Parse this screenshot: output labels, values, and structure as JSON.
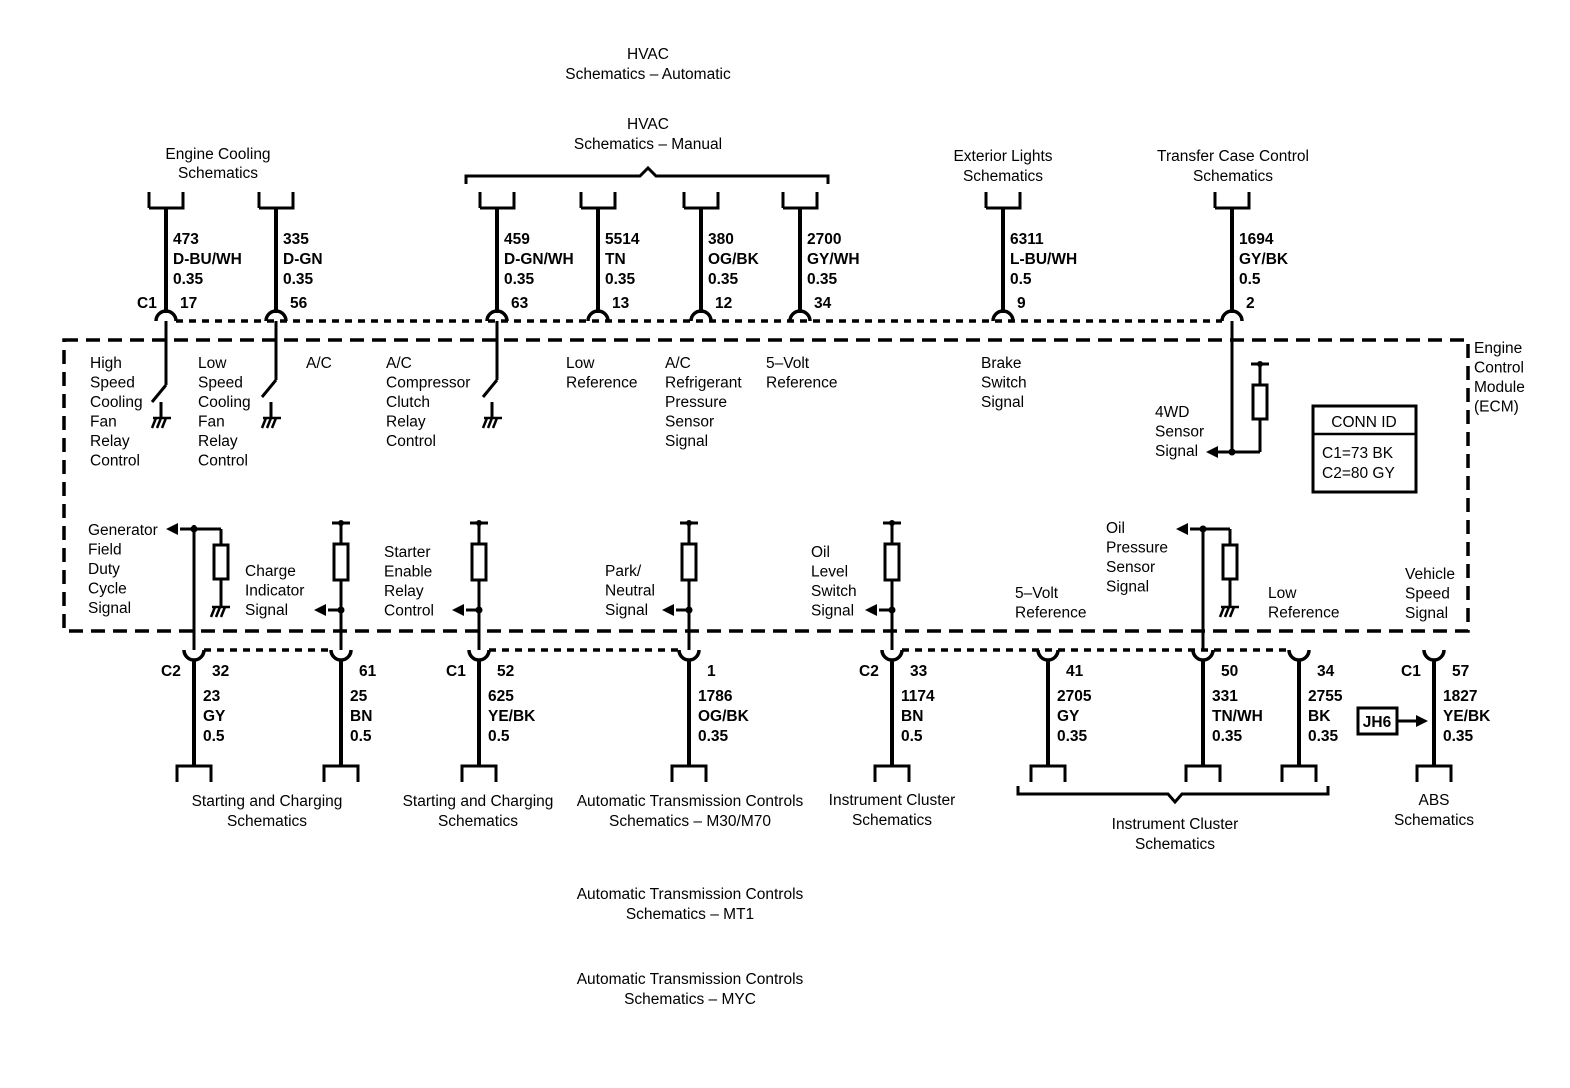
{
  "colors": {
    "line": "#000000",
    "background": "#ffffff"
  },
  "module": {
    "name": [
      "Engine",
      "Control",
      "Module",
      "(ECM)"
    ]
  },
  "conn_id": {
    "title": "CONN ID",
    "c1": "C1=73 BK",
    "c2": "C2=80 GY"
  },
  "top_links": {
    "hvac_auto": [
      "HVAC",
      "Schematics – Automatic"
    ],
    "hvac_manual": [
      "HVAC",
      "Schematics – Manual"
    ],
    "engine_cooling": [
      "Engine Cooling",
      "Schematics"
    ],
    "exterior_lights": [
      "Exterior Lights",
      "Schematics"
    ],
    "transfer_case": [
      "Transfer Case Control",
      "Schematics"
    ]
  },
  "top_circuits": [
    {
      "circuit": "473",
      "color": "D-BU/WH",
      "gauge": "0.35",
      "pin": "17",
      "conn": "C1"
    },
    {
      "circuit": "335",
      "color": "D-GN",
      "gauge": "0.35",
      "pin": "56",
      "conn": ""
    },
    {
      "circuit": "459",
      "color": "D-GN/WH",
      "gauge": "0.35",
      "pin": "63",
      "conn": ""
    },
    {
      "circuit": "5514",
      "color": "TN",
      "gauge": "0.35",
      "pin": "13",
      "conn": ""
    },
    {
      "circuit": "380",
      "color": "OG/BK",
      "gauge": "0.35",
      "pin": "12",
      "conn": ""
    },
    {
      "circuit": "2700",
      "color": "GY/WH",
      "gauge": "0.35",
      "pin": "34",
      "conn": ""
    },
    {
      "circuit": "6311",
      "color": "L-BU/WH",
      "gauge": "0.5",
      "pin": "9",
      "conn": ""
    },
    {
      "circuit": "1694",
      "color": "GY/BK",
      "gauge": "0.5",
      "pin": "2",
      "conn": ""
    }
  ],
  "top_functions": [
    [
      "High",
      "Speed",
      "Cooling",
      "Fan",
      "Relay",
      "Control"
    ],
    [
      "Low",
      "Speed",
      "Cooling",
      "Fan",
      "Relay",
      "Control"
    ],
    [
      "A/C"
    ],
    [
      "A/C",
      "Compressor",
      "Clutch",
      "Relay",
      "Control"
    ],
    [
      "Low",
      "Reference"
    ],
    [
      "A/C",
      "Refrigerant",
      "Pressure",
      "Sensor",
      "Signal"
    ],
    [
      "5–Volt",
      "Reference"
    ],
    [
      "Brake",
      "Switch",
      "Signal"
    ],
    [
      "4WD",
      "Sensor",
      "Signal"
    ]
  ],
  "bottom_functions": [
    [
      "Generator",
      "Field",
      "Duty",
      "Cycle",
      "Signal"
    ],
    [
      "Charge",
      "Indicator",
      "Signal"
    ],
    [
      "Starter",
      "Enable",
      "Relay",
      "Control"
    ],
    [
      "Park/",
      "Neutral",
      "Signal"
    ],
    [
      "Oil",
      "Level",
      "Switch",
      "Signal"
    ],
    [
      "5–Volt",
      "Reference"
    ],
    [
      "Oil",
      "Pressure",
      "Sensor",
      "Signal"
    ],
    [
      "Low",
      "Reference"
    ],
    [
      "Vehicle",
      "Speed",
      "Signal"
    ]
  ],
  "bottom_circuits": [
    {
      "circuit": "23",
      "color": "GY",
      "gauge": "0.5",
      "pin": "32",
      "conn": "C2"
    },
    {
      "circuit": "25",
      "color": "BN",
      "gauge": "0.5",
      "pin": "61",
      "conn": ""
    },
    {
      "circuit": "625",
      "color": "YE/BK",
      "gauge": "0.5",
      "pin": "52",
      "conn": "C1"
    },
    {
      "circuit": "1786",
      "color": "OG/BK",
      "gauge": "0.35",
      "pin": "1",
      "conn": ""
    },
    {
      "circuit": "1174",
      "color": "BN",
      "gauge": "0.5",
      "pin": "33",
      "conn": "C2"
    },
    {
      "circuit": "2705",
      "color": "GY",
      "gauge": "0.35",
      "pin": "41",
      "conn": ""
    },
    {
      "circuit": "331",
      "color": "TN/WH",
      "gauge": "0.35",
      "pin": "50",
      "conn": ""
    },
    {
      "circuit": "2755",
      "color": "BK",
      "gauge": "0.35",
      "pin": "34",
      "conn": ""
    },
    {
      "circuit": "1827",
      "color": "YE/BK",
      "gauge": "0.35",
      "pin": "57",
      "conn": "C1"
    }
  ],
  "jh6": "JH6",
  "bottom_links": {
    "starting_1": [
      "Starting and Charging",
      "Schematics"
    ],
    "starting_2": [
      "Starting and Charging",
      "Schematics"
    ],
    "trans_m30": [
      "Automatic Transmission Controls",
      "Schematics – M30/M70"
    ],
    "cluster_1": [
      "Instrument Cluster",
      "Schematics"
    ],
    "cluster_2": [
      "Instrument Cluster",
      "Schematics"
    ],
    "abs": [
      "ABS",
      "Schematics"
    ],
    "trans_mt1": [
      "Automatic Transmission Controls",
      "Schematics – MT1"
    ],
    "trans_myc": [
      "Automatic Transmission Controls",
      "Schematics – MYC"
    ]
  }
}
